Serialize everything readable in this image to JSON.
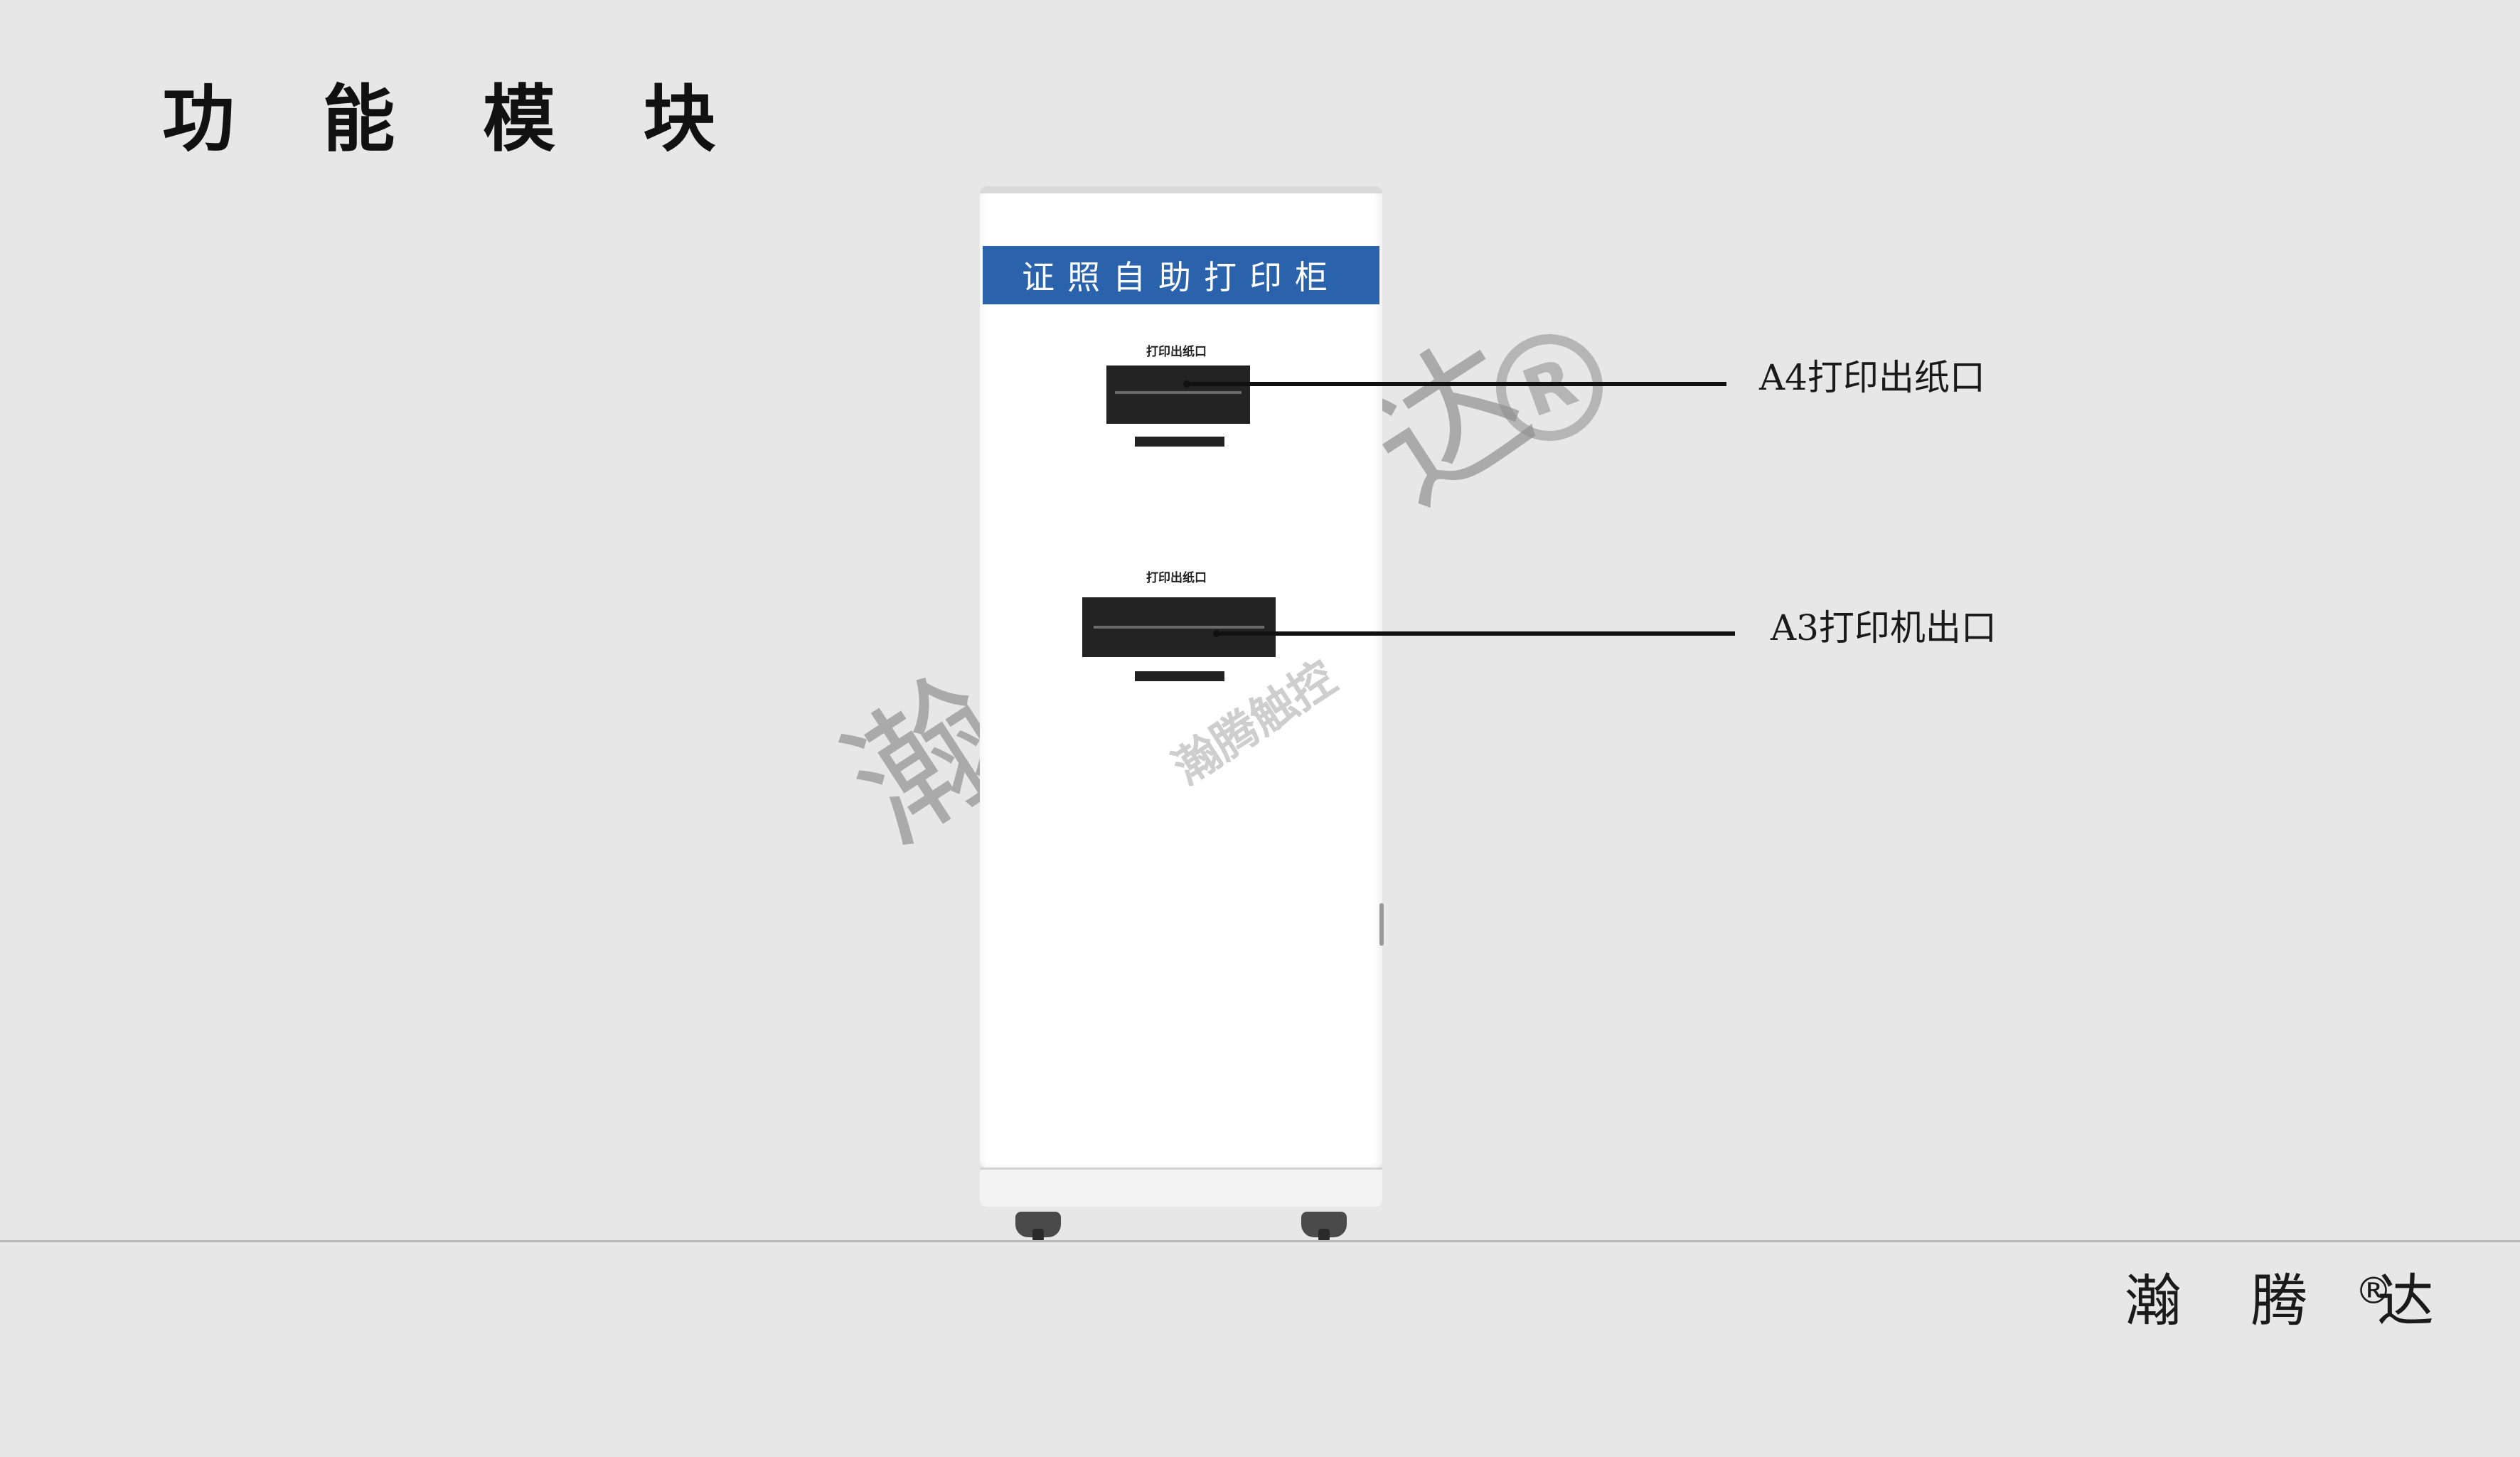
{
  "page": {
    "title": "功 能 模 块"
  },
  "kiosk": {
    "header_label": "证照自助打印柜",
    "slot_top_label": "打印出纸口",
    "slot_bottom_label": "打印出纸口"
  },
  "callouts": [
    {
      "label": "A4打印出纸口"
    },
    {
      "label": "A3打印机出口"
    }
  ],
  "watermark": {
    "large_text": "瀚 腾 达",
    "registered_mark": "R",
    "small_text": "瀚腾触控"
  },
  "brand": {
    "name": "瀚 腾 达",
    "registered_mark": "®"
  },
  "colors": {
    "background": "#e7e7e7",
    "header_blue": "#2a62ac",
    "cabinet": "#ffffff",
    "slot": "#232323"
  }
}
